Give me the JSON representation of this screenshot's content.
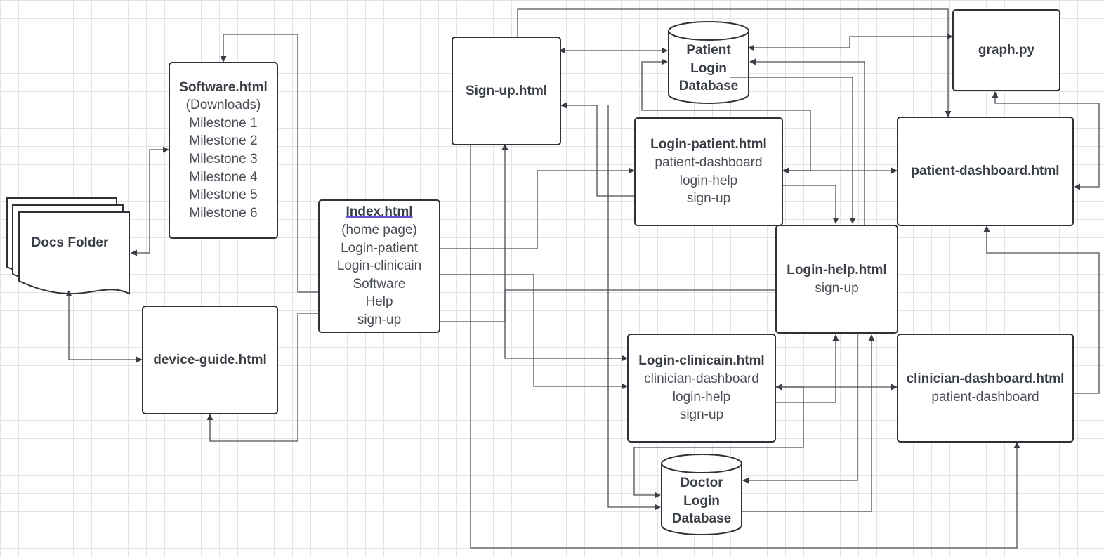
{
  "nodes": {
    "software": {
      "title": "Software.html",
      "lines": [
        "(Downloads)",
        "Milestone 1",
        "Milestone 2",
        "Milestone 3",
        "Milestone 4",
        "Milestone 5",
        "Milestone 6"
      ]
    },
    "docs": {
      "title": "Docs Folder"
    },
    "device_guide": {
      "title": "device-guide.html"
    },
    "index": {
      "title": "Index.html",
      "lines": [
        "(home page)",
        "Login-patient",
        "Login-clinicain",
        "Software",
        "Help",
        "sign-up"
      ]
    },
    "signup": {
      "title": "Sign-up.html"
    },
    "patient_db": {
      "lines": [
        "Patient",
        "Login",
        "Database"
      ]
    },
    "graph": {
      "title": "graph.py"
    },
    "login_patient": {
      "title": "Login-patient.html",
      "lines": [
        "patient-dashboard",
        "login-help",
        "sign-up"
      ]
    },
    "patient_dashboard": {
      "title": "patient-dashboard.html"
    },
    "login_help": {
      "title": "Login-help.html",
      "lines": [
        "sign-up"
      ]
    },
    "login_clinician": {
      "title": "Login-clinicain.html",
      "lines": [
        "clinician-dashboard",
        "login-help",
        "sign-up"
      ]
    },
    "clinician_dashboard": {
      "title": "clinician-dashboard.html",
      "lines": [
        "patient-dashboard"
      ]
    },
    "doctor_db": {
      "lines": [
        "Doctor",
        "Login",
        "Database"
      ]
    }
  }
}
